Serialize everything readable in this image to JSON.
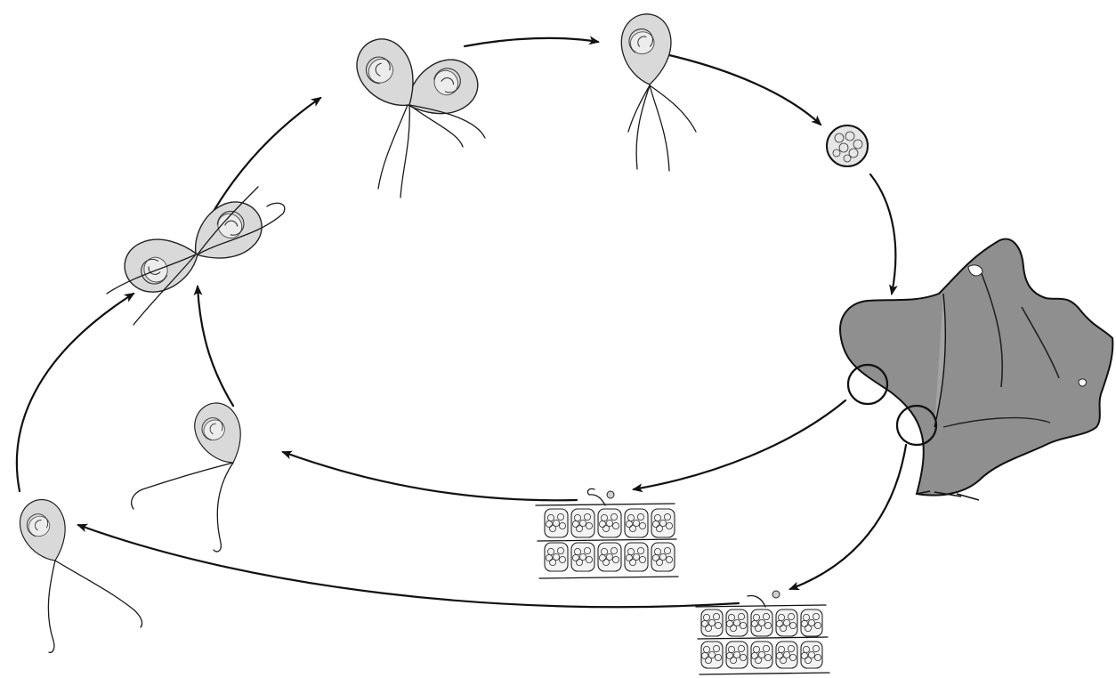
{
  "diagram": {
    "colors": {
      "ink": "#111111",
      "cell_fill": "#d9d9d9",
      "thallus_fill": "#8f8f8f",
      "background": "#ffffff"
    },
    "stages": [
      {
        "id": "zygote-spore-top",
        "kind": "biflagellate-cell"
      },
      {
        "id": "fusing-gametes-upper",
        "kind": "gamete-pair"
      },
      {
        "id": "fusing-gametes-left",
        "kind": "gamete-pair"
      },
      {
        "id": "zygote-cyst",
        "kind": "zygote"
      },
      {
        "id": "adult-thallus",
        "kind": "thallus"
      },
      {
        "id": "gametangia-upper",
        "kind": "cell-grid"
      },
      {
        "id": "gametangia-lower",
        "kind": "cell-grid"
      },
      {
        "id": "gamete-middle",
        "kind": "biflagellate-cell"
      },
      {
        "id": "gamete-left",
        "kind": "biflagellate-cell"
      }
    ],
    "arrows": [
      {
        "from": "fusing-gametes-upper",
        "to": "zygote-spore-top"
      },
      {
        "from": "zygote-spore-top",
        "to": "zygote-cyst"
      },
      {
        "from": "zygote-cyst",
        "to": "adult-thallus"
      },
      {
        "from": "adult-thallus",
        "to": "gametangia-upper"
      },
      {
        "from": "gametangia-upper",
        "to": "gamete-middle"
      },
      {
        "from": "adult-thallus",
        "to": "gametangia-lower"
      },
      {
        "from": "gametangia-lower",
        "to": "gamete-left"
      },
      {
        "from": "gamete-middle",
        "to": "fusing-gametes-left"
      },
      {
        "from": "gamete-left",
        "to": "fusing-gametes-left"
      },
      {
        "from": "fusing-gametes-left",
        "to": "fusing-gametes-upper"
      }
    ]
  }
}
